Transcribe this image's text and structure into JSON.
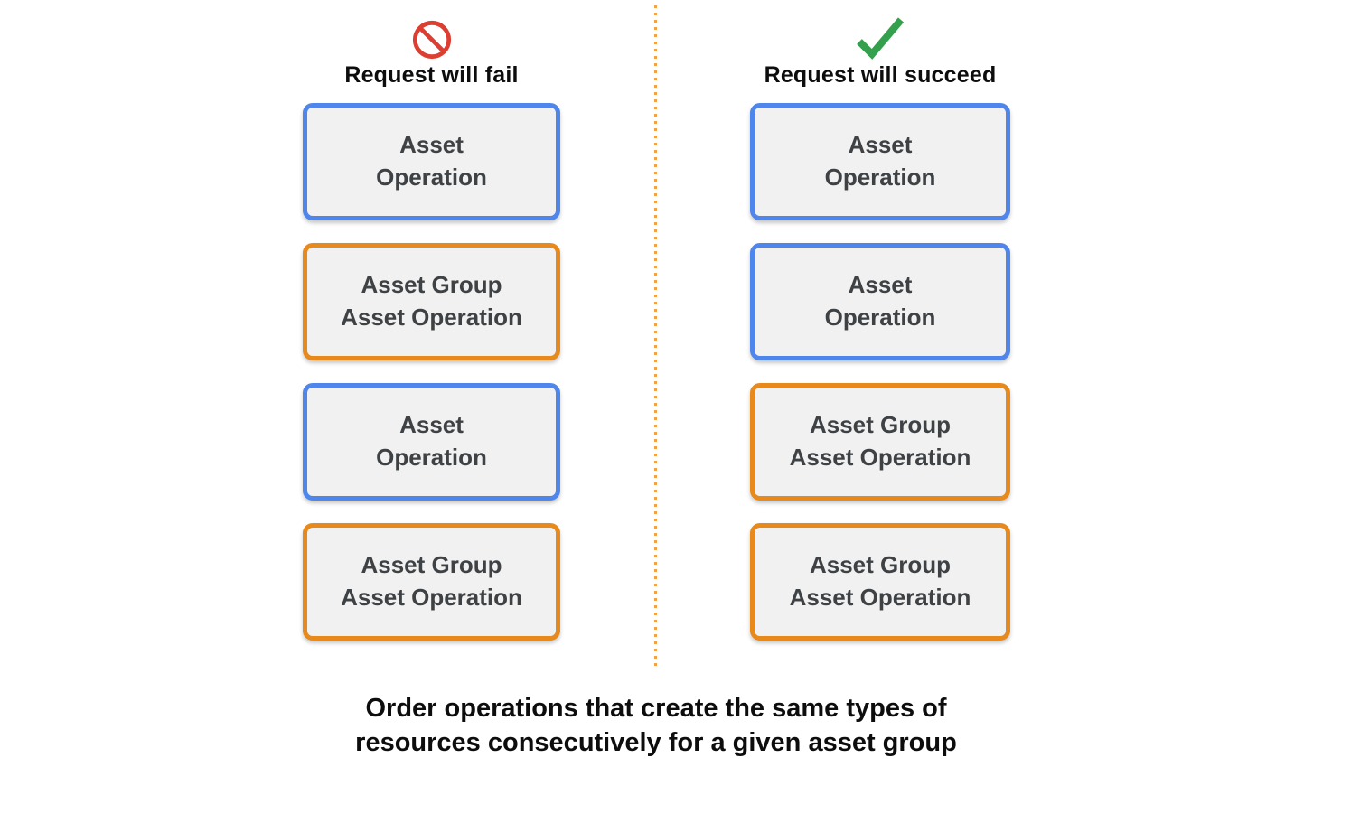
{
  "columns": [
    {
      "id": "fail",
      "icon": "prohibition-icon",
      "header": "Request will fail",
      "boxes": [
        {
          "label": "Asset\nOperation",
          "type": "asset-operation"
        },
        {
          "label": "Asset Group\nAsset Operation",
          "type": "asset-group-asset-operation"
        },
        {
          "label": "Asset\nOperation",
          "type": "asset-operation"
        },
        {
          "label": "Asset Group\nAsset Operation",
          "type": "asset-group-asset-operation"
        }
      ]
    },
    {
      "id": "succeed",
      "icon": "checkmark-icon",
      "header": "Request will succeed",
      "boxes": [
        {
          "label": "Asset\nOperation",
          "type": "asset-operation"
        },
        {
          "label": "Asset\nOperation",
          "type": "asset-operation"
        },
        {
          "label": "Asset Group\nAsset Operation",
          "type": "asset-group-asset-operation"
        },
        {
          "label": "Asset Group\nAsset Operation",
          "type": "asset-group-asset-operation"
        }
      ]
    }
  ],
  "caption": "Order operations that create the same types of\nresources consecutively for a given asset group",
  "colors": {
    "asset_operation_border": "#4E86EC",
    "asset_group_border": "#E8891B",
    "box_fill": "#F1F1F1",
    "box_text": "#3F4245",
    "divider_dot": "#F0A244",
    "fail_icon": "#DC3E32",
    "success_icon": "#34A04D",
    "heading_text": "#0D0D0D"
  }
}
